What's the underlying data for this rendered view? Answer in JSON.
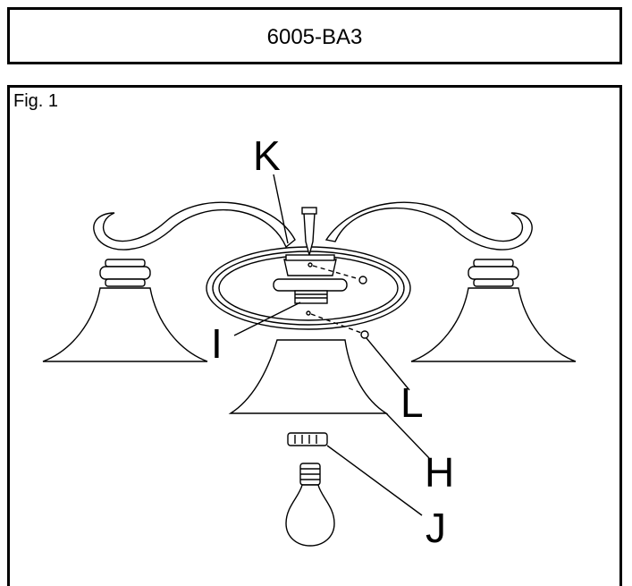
{
  "document": {
    "model_number": "6005-BA3",
    "figure_label": "Fig.  1"
  },
  "callouts": {
    "K": "K",
    "I": "I",
    "L": "L",
    "H": "H",
    "J": "J"
  }
}
